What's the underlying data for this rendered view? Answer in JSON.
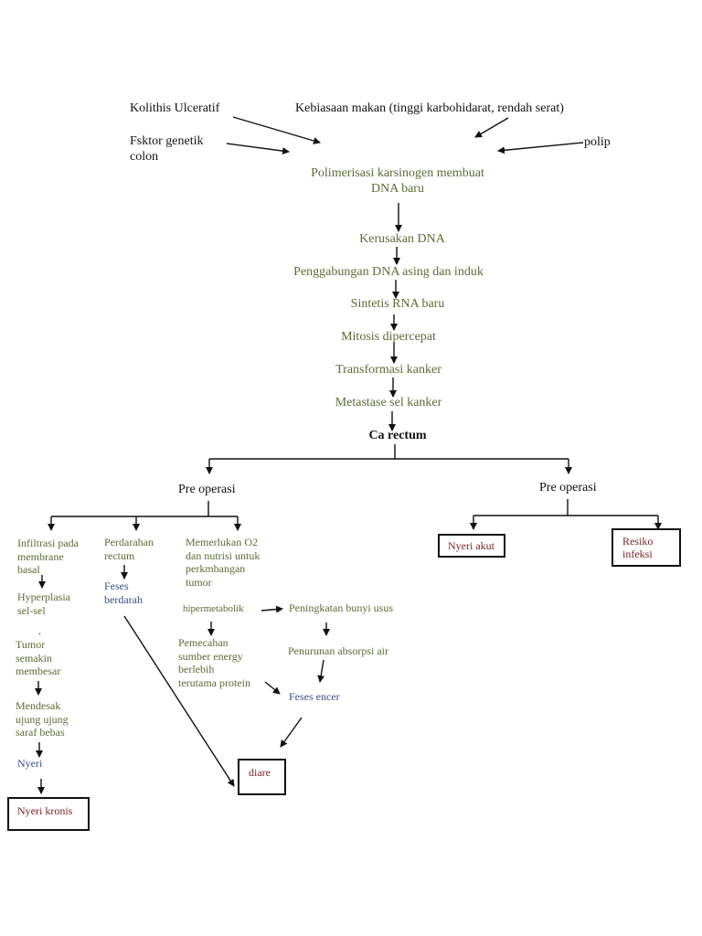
{
  "causes": {
    "kolithis": "Kolithis Ulceratif",
    "kebiasaan": "Kebiasaan makan (tinggi karbohidarat, rendah serat)",
    "genetik": "Fsktor genetik\ncolon",
    "polip": "polip"
  },
  "chain": {
    "polimerisasi": "Polimerisasi karsinogen membuat\nDNA baru",
    "kerusakan": "Kerusakan DNA",
    "penggabungan": "Penggabungan DNA asing dan induk",
    "sintetis": "Sintetis RNA baru",
    "mitosis": "Mitosis dipercepat",
    "transformasi": "Transformasi kanker",
    "metastase": "Metastase sel kanker",
    "ca_rectum": "Ca rectum"
  },
  "branches": {
    "left_label": "Pre operasi",
    "right_label": "Pre operasi"
  },
  "left_col": {
    "infiltrasi": "Infiltrasi pada\nmembrane\nbasal",
    "hyperplasia": "Hyperplasia\nsel-sel",
    "dot": ".",
    "tumor": "Tumor\nsemakin\nmembesar",
    "mendesak": "Mendesak\nujung ujung\nsaraf bebas",
    "nyeri": "Nyeri",
    "nyeri_kronis": "Nyeri kronis"
  },
  "mid_col": {
    "perdarahan": "Perdarahan\nrectum",
    "feses_berdarah": "Feses\nberdarah",
    "diare": "diare"
  },
  "right_col": {
    "memerlukan": "Memerlukan O2\ndan nutrisi untuk\nperkmbangan\ntumor",
    "hipermetabolik": "hipermetabolik",
    "peningkatan": "Peningkatan bunyi usus",
    "pemecahan": "Pemecahan\nsumber energy\nberlebih\nterutama protein",
    "penurunan": "Penurunan absorpsi air",
    "feses_encer": "Feses encer"
  },
  "outcomes": {
    "nyeri_akut": "Nyeri akut",
    "resiko": "Resiko\ninfeksi"
  }
}
